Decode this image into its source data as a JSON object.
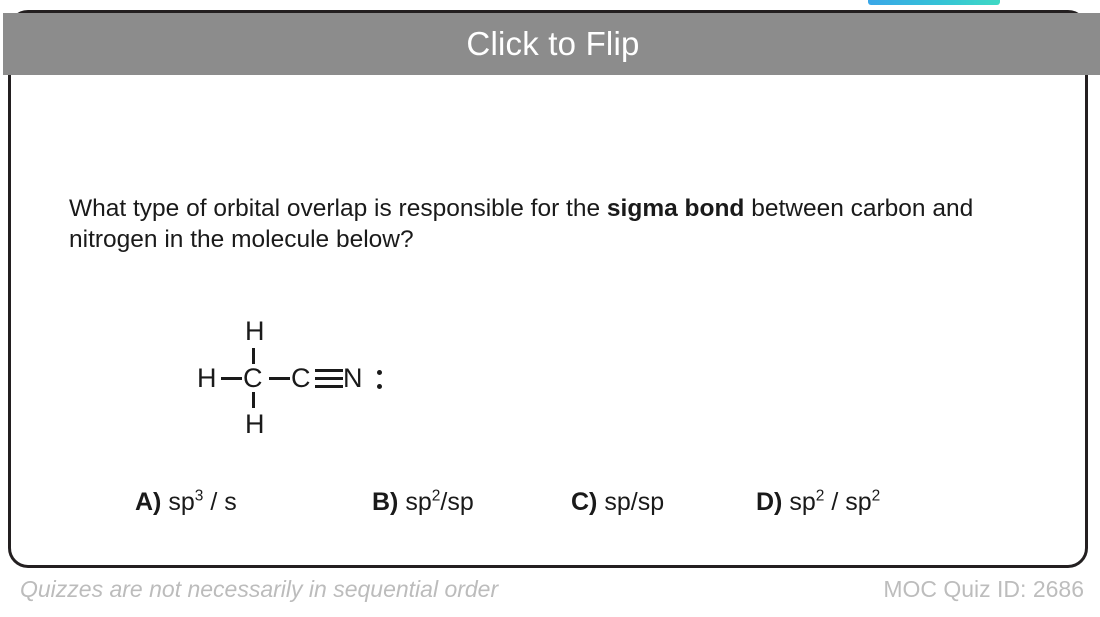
{
  "accent": {
    "color_start": "#3aa6e8",
    "color_end": "#3fd9c4"
  },
  "card": {
    "header": {
      "title": "Click to Flip",
      "background": "#8c8c8c",
      "text_color": "#ffffff"
    },
    "border_color": "#231f20",
    "background": "#ffffff"
  },
  "question": {
    "part1": "What type of orbital overlap is responsible for the ",
    "emphasis": "sigma bond",
    "part2": " between carbon and nitrogen in the molecule below?"
  },
  "molecule": {
    "name": "acetonitrile",
    "formula_text": "H–C(H)(H)–C≡N:",
    "atoms": {
      "h_left": "H",
      "h_top": "H",
      "h_bottom": "H",
      "c1": "C",
      "c2": "C",
      "n": "N"
    },
    "bonds": {
      "single": "–",
      "triple": "≡"
    },
    "lone_pair": ":"
  },
  "answers": [
    {
      "label": "A)",
      "base1": "sp",
      "sup1": "3",
      "sep": " / ",
      "base2": "s",
      "sup2": "",
      "lead_space": "  "
    },
    {
      "label": "B)",
      "base1": "sp",
      "sup1": "2",
      "sep": "/",
      "base2": "sp",
      "sup2": "",
      "lead_space": " "
    },
    {
      "label": "C)",
      "base1": "sp",
      "sup1": "",
      "sep": "/",
      "base2": "sp",
      "sup2": "",
      "lead_space": " "
    },
    {
      "label": "D)",
      "base1": "sp",
      "sup1": "2",
      "sep": " / ",
      "base2": "sp",
      "sup2": "2",
      "lead_space": " "
    }
  ],
  "footer": {
    "note": "Quizzes are not necessarily in sequential order",
    "quiz_id": "MOC Quiz ID: 2686",
    "text_color": "#bdbdbd"
  }
}
